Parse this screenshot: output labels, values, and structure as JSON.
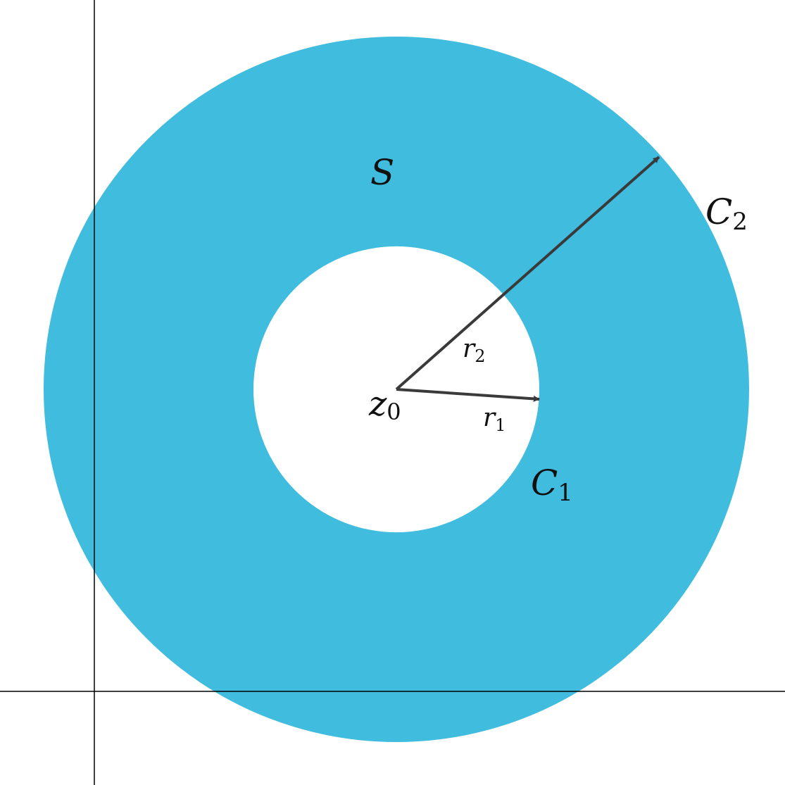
{
  "colors": {
    "annulus_fill": "#40bcdf",
    "axis": "#000000",
    "arrow": "#3a3a3a",
    "text": "#111111"
  },
  "labels": {
    "region": "S",
    "center": {
      "main": "z",
      "sub": "0"
    },
    "inner_circle": {
      "main": "C",
      "sub": "1"
    },
    "outer_circle": {
      "main": "C",
      "sub": "2"
    },
    "inner_radius": {
      "main": "r",
      "sub": "1"
    },
    "outer_radius": {
      "main": "r",
      "sub": "2"
    }
  }
}
